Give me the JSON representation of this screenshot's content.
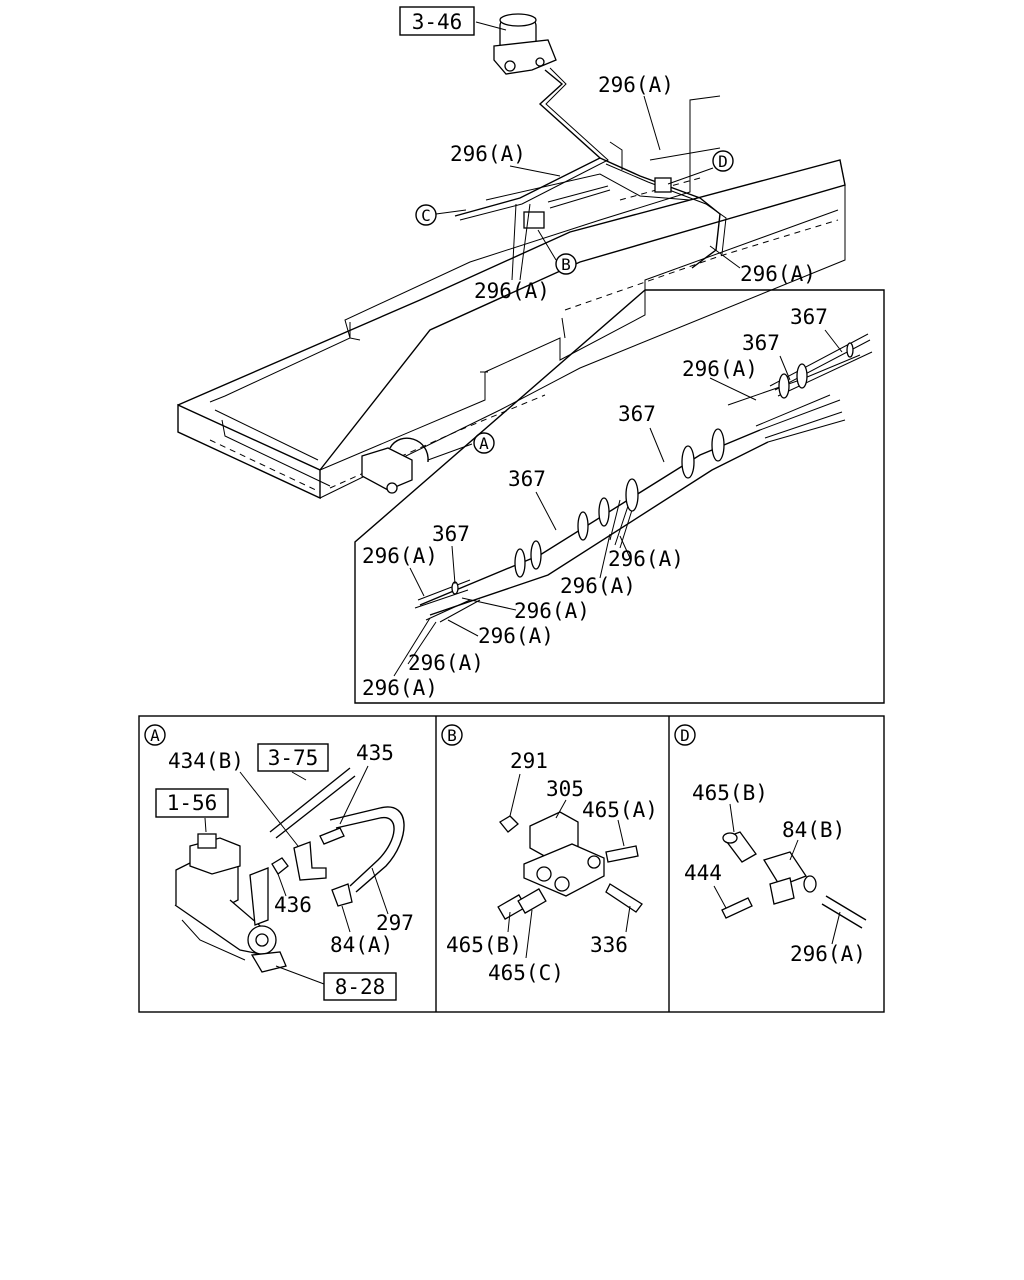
{
  "callouts": {
    "top": {
      "ref_3_46": "3-46",
      "p296a_1": "296(A)",
      "p296a_2": "296(A)",
      "p296a_3": "296(A)",
      "p296a_4": "296(A)",
      "marker_a": "A",
      "marker_b": "B",
      "marker_c": "C",
      "marker_d": "D"
    },
    "bundle": {
      "p367_1": "367",
      "p367_2": "367",
      "p367_3": "367",
      "p367_4": "367",
      "p367_5": "367",
      "p296a_1": "296(A)",
      "p296a_2": "296(A)",
      "p296a_3": "296(A)",
      "p296a_4": "296(A)",
      "p296a_5": "296(A)",
      "p296a_6": "296(A)",
      "p296a_7": "296(A)",
      "p296a_8": "296(A)"
    },
    "detail_a": {
      "marker": "A",
      "p434b": "434(B)",
      "ref_3_75": "3-75",
      "p435": "435",
      "ref_1_56": "1-56",
      "p436": "436",
      "p297": "297",
      "p84a": "84(A)",
      "ref_8_28": "8-28"
    },
    "detail_b": {
      "marker": "B",
      "p291": "291",
      "p305": "305",
      "p465a": "465(A)",
      "p465b": "465(B)",
      "p465c": "465(C)",
      "p336": "336"
    },
    "detail_d": {
      "marker": "D",
      "p465b": "465(B)",
      "p84b": "84(B)",
      "p444": "444",
      "p296a": "296(A)"
    }
  }
}
